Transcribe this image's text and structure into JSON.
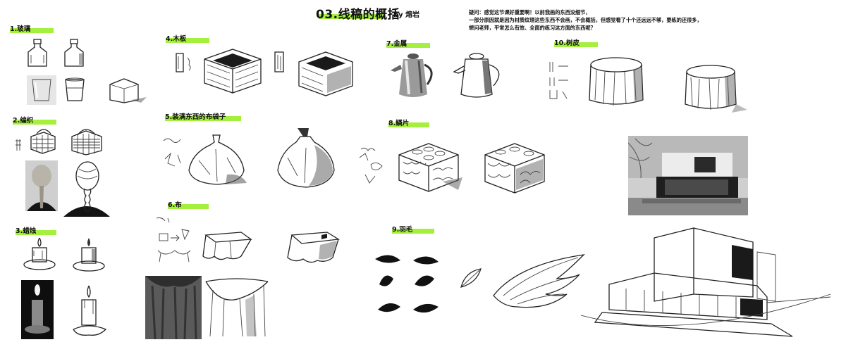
{
  "header": {
    "title": "03.线稿的概括",
    "byline": "by 熔岩",
    "question_lines": [
      "疑问：感觉这节课好重要啊！以前我画的东西没细节，",
      "一部分原因就是因为材质纹理这些东西不会画，不会概括，但感觉看了十个还远远不够，要练的还很多，",
      "想问老师，平常怎么有效、全面的练习这方面的东西呢？"
    ]
  },
  "sections": [
    {
      "id": "glass",
      "label": "1.玻璃"
    },
    {
      "id": "weave",
      "label": "2.编织"
    },
    {
      "id": "candle",
      "label": "3.蜡烛"
    },
    {
      "id": "wood",
      "label": "4.木板"
    },
    {
      "id": "sack",
      "label": "5.装满东西的布袋子"
    },
    {
      "id": "cloth",
      "label": "6.布"
    },
    {
      "id": "metal",
      "label": "7.金属"
    },
    {
      "id": "scales",
      "label": "8.鳞片"
    },
    {
      "id": "feather",
      "label": "9.羽毛"
    },
    {
      "id": "bark",
      "label": "10.树皮"
    }
  ],
  "colors": {
    "highlight": "#a5ef3f",
    "ink": "#222222",
    "background": "#ffffff"
  }
}
